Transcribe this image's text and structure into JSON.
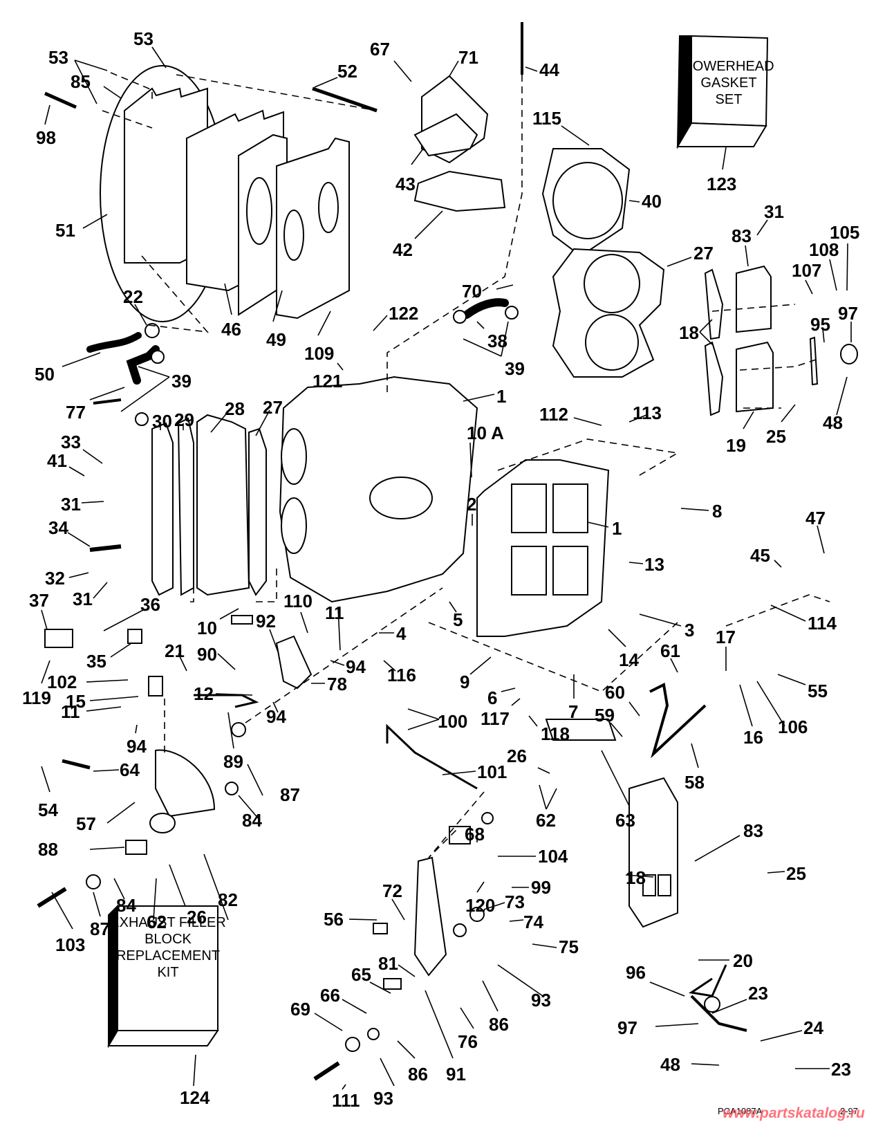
{
  "diagram": {
    "title": "Powerhead exploded parts diagram",
    "kits": [
      {
        "id": "123",
        "lines": [
          "POWERHEAD",
          "GASKET",
          "SET"
        ]
      },
      {
        "id": "124",
        "lines": [
          "EXHAUST FILLER",
          "BLOCK",
          "REPLACEMENT",
          "KIT"
        ]
      }
    ],
    "callouts": [
      "53",
      "53",
      "85",
      "98",
      "52",
      "67",
      "71",
      "44",
      "51",
      "115",
      "43",
      "40",
      "42",
      "123",
      "31",
      "83",
      "105",
      "27",
      "108",
      "107",
      "22",
      "122",
      "70",
      "18",
      "95",
      "97",
      "46",
      "49",
      "109",
      "38",
      "39",
      "50",
      "77",
      "39",
      "121",
      "1",
      "10 A",
      "19",
      "25",
      "48",
      "112",
      "113",
      "30",
      "29",
      "28",
      "27",
      "33",
      "41",
      "31",
      "34",
      "2",
      "1",
      "8",
      "47",
      "45",
      "32",
      "31",
      "13",
      "37",
      "36",
      "110",
      "5",
      "114",
      "11",
      "92",
      "10",
      "4",
      "3",
      "90",
      "21",
      "94",
      "116",
      "35",
      "119",
      "102",
      "12",
      "9",
      "14",
      "61",
      "17",
      "15",
      "78",
      "6",
      "60",
      "55",
      "11",
      "94",
      "94",
      "117",
      "59",
      "16",
      "106",
      "7",
      "118",
      "100",
      "89",
      "54",
      "64",
      "87",
      "26",
      "101",
      "58",
      "84",
      "62",
      "63",
      "57",
      "88",
      "68",
      "104",
      "83",
      "82",
      "84",
      "62",
      "26",
      "87",
      "99",
      "103",
      "120",
      "73",
      "25",
      "72",
      "74",
      "56",
      "18",
      "75",
      "81",
      "65",
      "20",
      "66",
      "93",
      "96",
      "23",
      "69",
      "86",
      "76",
      "97",
      "24",
      "48",
      "23",
      "111",
      "86",
      "91",
      "93",
      "124"
    ],
    "reference": "PCA1087A",
    "date": "2-97",
    "watermark": "www.partskatalog.ru"
  }
}
